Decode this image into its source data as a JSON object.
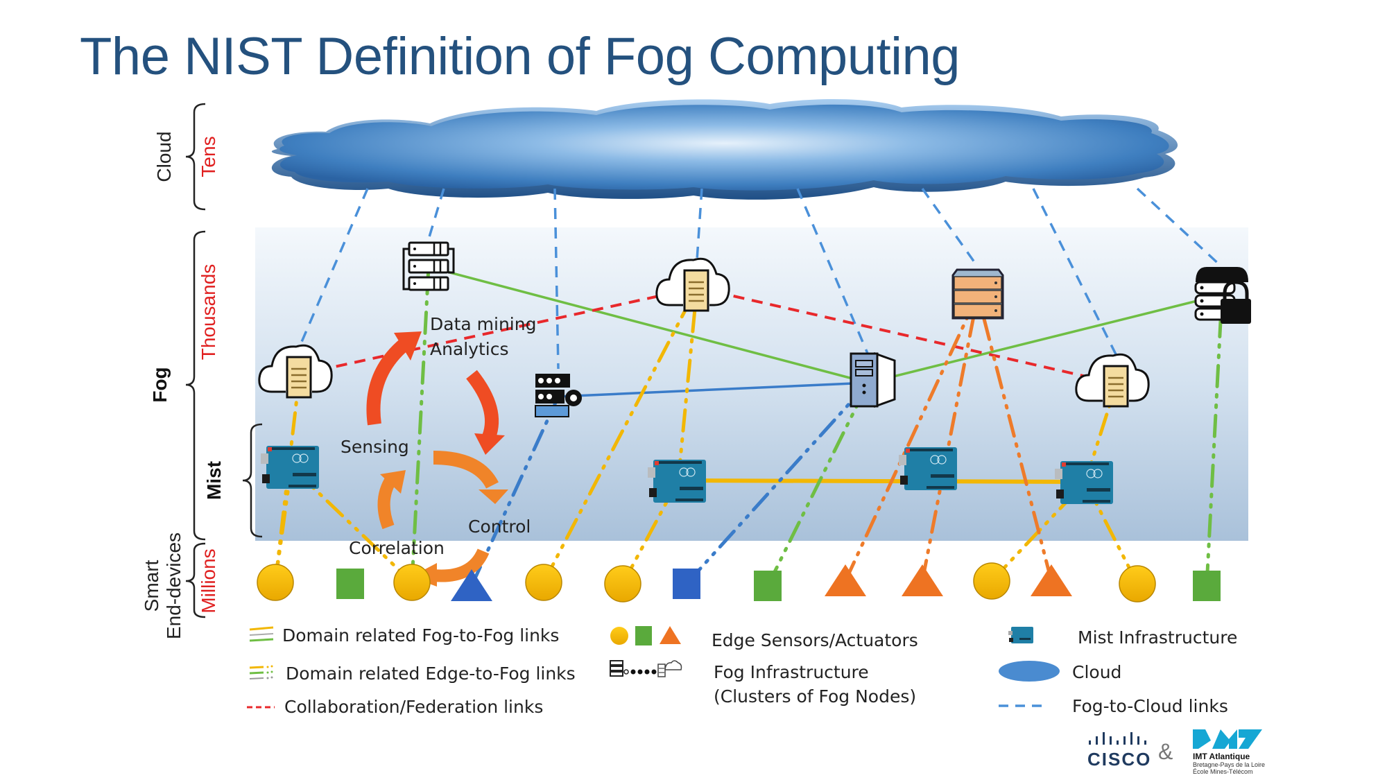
{
  "title": "The NIST Definition of Fog Computing",
  "colors": {
    "title": "#24517e",
    "tier_count": "#e02020",
    "fog_to_cloud": "#4a90d9",
    "collaboration": "#e8282b",
    "domain_yellow": "#f2b705",
    "domain_green": "#6fbe44",
    "domain_blue": "#3a7cc9",
    "domain_orange": "#ee7b2a",
    "fog_band_top": "#f4f8fc",
    "fog_band_bottom": "#a9c1da"
  },
  "tiers": [
    {
      "name": "Cloud",
      "count": "Tens",
      "bold": false
    },
    {
      "name": "Fog",
      "count": "Thousands",
      "bold": true
    },
    {
      "name": "Mist",
      "count": "",
      "bold": true
    },
    {
      "name": "Smart End-devices",
      "line1": "Smart",
      "line2": "End-devices",
      "count": "Millions",
      "bold": false
    }
  ],
  "cycle": {
    "labels": [
      "Data mining",
      "Analytics",
      "Sensing",
      "Control",
      "Correlation"
    ],
    "arrow_colors": [
      "#ef4c23",
      "#ef4c23",
      "#f08429",
      "#f08429",
      "#f08429"
    ]
  },
  "nodes": {
    "fog": [
      {
        "id": "f1",
        "icon": "cloud-server-icon"
      },
      {
        "id": "f2",
        "icon": "server-rack-icon"
      },
      {
        "id": "f3",
        "icon": "cloud-server-icon"
      },
      {
        "id": "f4",
        "icon": "server-gear-icon"
      },
      {
        "id": "f5",
        "icon": "orange-server-icon"
      },
      {
        "id": "f6",
        "icon": "tower-pc-icon"
      },
      {
        "id": "f7",
        "icon": "secure-server-icon"
      },
      {
        "id": "f8",
        "icon": "cloud-server-icon"
      }
    ],
    "mist": [
      {
        "id": "m1",
        "icon": "arduino-board-icon"
      },
      {
        "id": "m2",
        "icon": "arduino-board-icon"
      },
      {
        "id": "m3",
        "icon": "arduino-board-icon"
      },
      {
        "id": "m4",
        "icon": "arduino-board-icon"
      }
    ],
    "edge": [
      {
        "id": "e1",
        "shape": "circle",
        "color": "#f5b800"
      },
      {
        "id": "e2",
        "shape": "square",
        "color": "#5aaa3c"
      },
      {
        "id": "e3",
        "shape": "circle",
        "color": "#f5b800"
      },
      {
        "id": "e4",
        "shape": "triangle",
        "color": "#2f63c4"
      },
      {
        "id": "e5",
        "shape": "circle",
        "color": "#f5b800"
      },
      {
        "id": "e6",
        "shape": "circle",
        "color": "#f5b800"
      },
      {
        "id": "e7",
        "shape": "square",
        "color": "#2f63c4"
      },
      {
        "id": "e8",
        "shape": "square",
        "color": "#5aaa3c"
      },
      {
        "id": "e9",
        "shape": "triangle",
        "color": "#ee7322"
      },
      {
        "id": "e10",
        "shape": "triangle",
        "color": "#ee7322"
      },
      {
        "id": "e11",
        "shape": "circle",
        "color": "#f5b800"
      },
      {
        "id": "e12",
        "shape": "triangle",
        "color": "#ee7322"
      },
      {
        "id": "e13",
        "shape": "circle",
        "color": "#f5b800"
      },
      {
        "id": "e14",
        "shape": "square",
        "color": "#5aaa3c"
      }
    ]
  },
  "links": {
    "fog_to_cloud": [
      "f1",
      "f2",
      "f4",
      "f3",
      "f6",
      "f5",
      "f8",
      "f7"
    ],
    "collaboration": [
      [
        "f1",
        "f3"
      ],
      [
        "f3",
        "f8"
      ]
    ],
    "fog_to_fog": [
      {
        "from": "f2",
        "to": "f6",
        "color": "#6fbe44"
      },
      {
        "from": "f6",
        "to": "f7",
        "color": "#6fbe44"
      },
      {
        "from": "f4",
        "to": "f6",
        "color": "#3a7cc9"
      },
      {
        "from": "m2",
        "to": "m4",
        "color": "#f2b705"
      }
    ],
    "edge_to_fog": [
      {
        "from": "e1",
        "to": "f1",
        "color": "#f2b705"
      },
      {
        "from": "e1",
        "to": "m1",
        "color": "#f2b705"
      },
      {
        "from": "m1",
        "to": "e3",
        "color": "#f2b705"
      },
      {
        "from": "e3",
        "to": "f2",
        "color": "#6fbe44"
      },
      {
        "from": "e4",
        "to": "f4",
        "color": "#3a7cc9"
      },
      {
        "from": "e5",
        "to": "f3",
        "color": "#f2b705"
      },
      {
        "from": "e6",
        "to": "m2",
        "color": "#f2b705"
      },
      {
        "from": "m2",
        "to": "f3",
        "color": "#f2b705"
      },
      {
        "from": "e7",
        "to": "f6",
        "color": "#3a7cc9"
      },
      {
        "from": "e8",
        "to": "f6",
        "color": "#6fbe44"
      },
      {
        "from": "e9",
        "to": "f5",
        "color": "#ee7b2a"
      },
      {
        "from": "e10",
        "to": "f5",
        "color": "#ee7b2a"
      },
      {
        "from": "e11",
        "to": "m4",
        "color": "#f2b705"
      },
      {
        "from": "e12",
        "to": "f5",
        "color": "#ee7b2a"
      },
      {
        "from": "e13",
        "to": "m4",
        "color": "#f2b705"
      },
      {
        "from": "m4",
        "to": "f8",
        "color": "#f2b705"
      },
      {
        "from": "e14",
        "to": "f7",
        "color": "#6fbe44"
      }
    ]
  },
  "legend": {
    "left": [
      {
        "label": "Domain related Fog-to-Fog links",
        "symbol": "fog-to-fog-lines"
      },
      {
        "label": "Domain related Edge-to-Fog links",
        "symbol": "edge-to-fog-lines"
      },
      {
        "label": "Collaboration/Federation links",
        "symbol": "red-dashed-line"
      }
    ],
    "middle": [
      {
        "label": "Edge Sensors/Actuators",
        "symbol": "edge-shapes"
      },
      {
        "label": "Fog Infrastructure",
        "label2": "(Clusters of Fog Nodes)",
        "symbol": "fog-cluster-icons"
      }
    ],
    "right": [
      {
        "label": "Mist Infrastructure",
        "symbol": "arduino-board-icon"
      },
      {
        "label": "Cloud",
        "symbol": "cloud-icon"
      },
      {
        "label": "Fog-to-Cloud links",
        "symbol": "blue-dashed-line"
      }
    ]
  },
  "logos": {
    "cisco": "CISCO",
    "ampersand": "&",
    "imt_name": "IMT Atlantique",
    "imt_sub1": "Bretagne-Pays de la Loire",
    "imt_sub2": "École Mines-Télécom"
  }
}
